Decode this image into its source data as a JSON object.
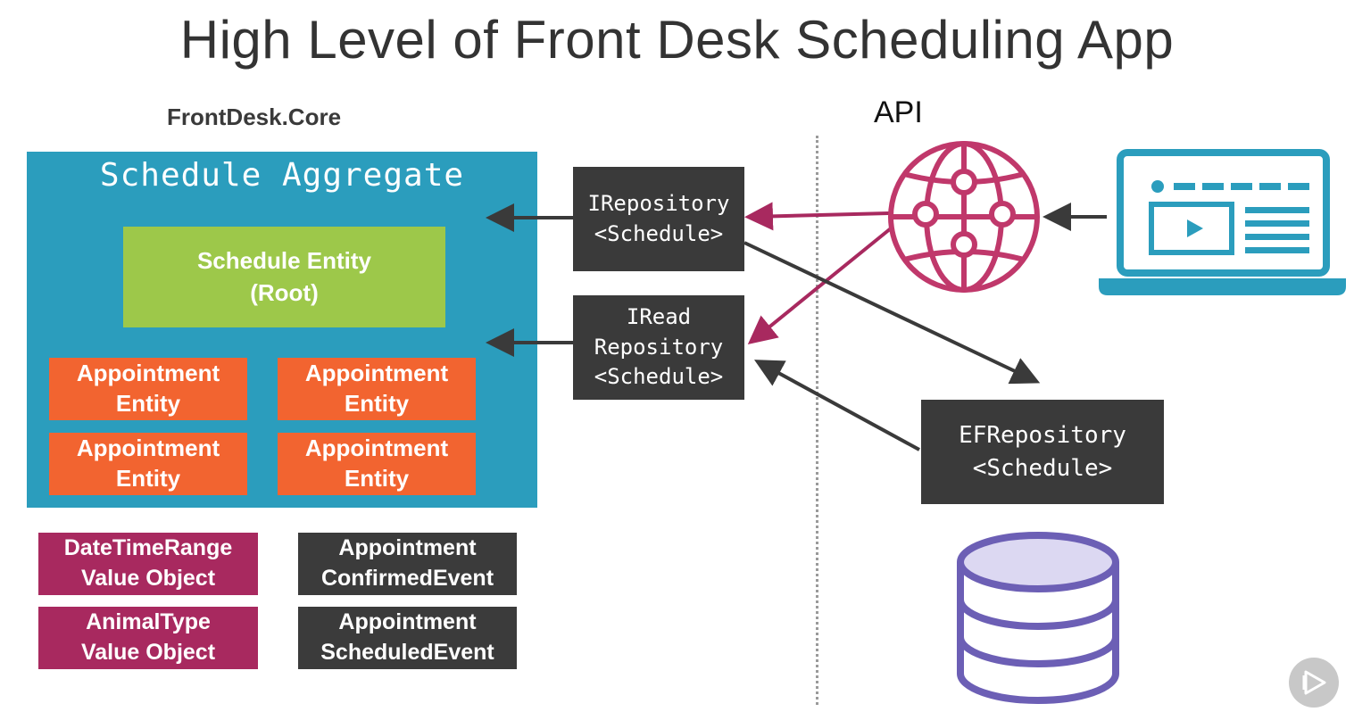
{
  "title": "High Level of Front Desk Scheduling App",
  "core_label": "FrontDesk.Core",
  "api_label": "API",
  "aggregate": {
    "title": "Schedule Aggregate",
    "root": "Schedule Entity\n(Root)",
    "appointments": [
      "Appointment\nEntity",
      "Appointment\nEntity",
      "Appointment\nEntity",
      "Appointment\nEntity"
    ]
  },
  "value_objects": [
    "DateTimeRange\nValue Object",
    "AnimalType\nValue Object"
  ],
  "events": [
    "Appointment\nConfirmedEvent",
    "Appointment\nScheduledEvent"
  ],
  "repositories": {
    "irepository": "IRepository\n<Schedule>",
    "iread": "IRead\nRepository\n<Schedule>",
    "ef": "EFRepository\n<Schedule>"
  },
  "icons": [
    "globe-network-icon",
    "laptop-video-icon",
    "database-icon",
    "play-icon"
  ],
  "colors": {
    "aggregate": "#2b9dbd",
    "root_entity": "#9dc84a",
    "appointment_entity": "#f26430",
    "value_object": "#a8295f",
    "event": "#3b3b3b",
    "repository": "#3a3a3a",
    "api_arrow": "#a8295f",
    "globe": "#c0386b",
    "laptop": "#2b9dbd",
    "database": "#6c5fb5"
  }
}
